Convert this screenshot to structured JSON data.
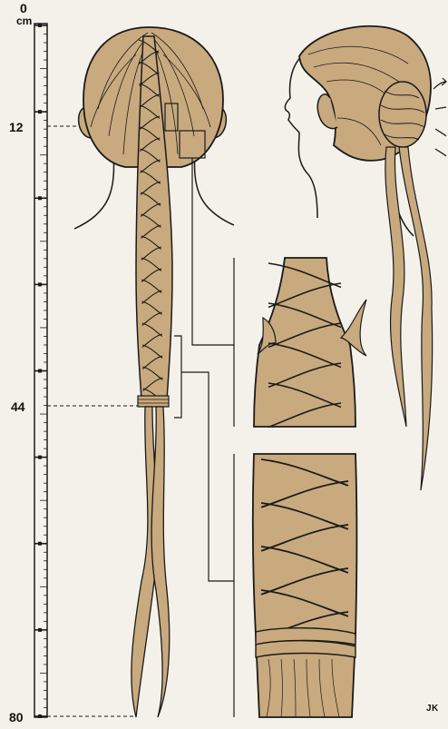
{
  "scale": {
    "unit": "cm",
    "labels": [
      {
        "value": "0",
        "cm": 0
      },
      {
        "value": "12",
        "cm": 12
      },
      {
        "value": "44",
        "cm": 44
      },
      {
        "value": "80",
        "cm": 80
      }
    ],
    "max_cm": 80,
    "major_every_cm": 10
  },
  "signature": "JK",
  "colors": {
    "background": "#f4f1ea",
    "hair": "#c9a97e",
    "ink": "#1a1a1a"
  }
}
